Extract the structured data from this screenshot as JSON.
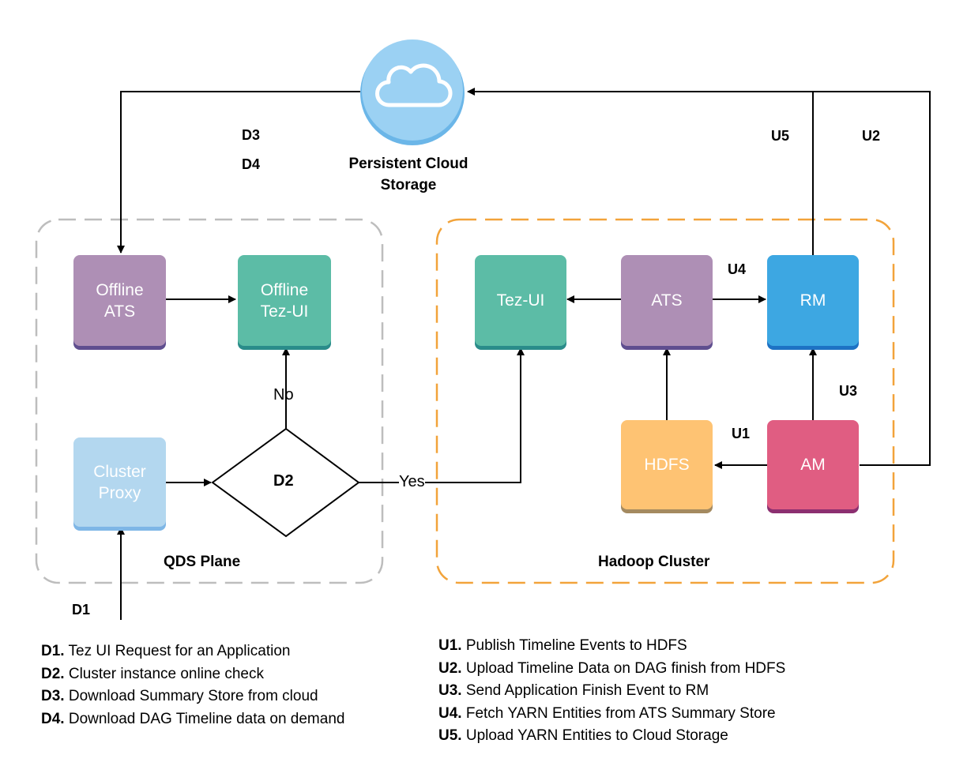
{
  "cloud": {
    "label_line1": "Persistent Cloud",
    "label_line2": "Storage"
  },
  "regions": {
    "qds": "QDS Plane",
    "hadoop": "Hadoop Cluster"
  },
  "nodes": {
    "offline_ats": {
      "line1": "Offline",
      "line2": "ATS"
    },
    "offline_tez_ui": {
      "line1": "Offline",
      "line2": "Tez-UI"
    },
    "cluster_proxy": {
      "line1": "Cluster",
      "line2": "Proxy"
    },
    "decision": "D2",
    "tez_ui": "Tez-UI",
    "ats": "ATS",
    "rm": "RM",
    "hdfs": "HDFS",
    "am": "AM"
  },
  "edge_labels": {
    "d1": "D1",
    "d3": "D3",
    "d4": "D4",
    "yes": "Yes",
    "no": "No",
    "u1": "U1",
    "u2": "U2",
    "u3": "U3",
    "u4": "U4",
    "u5": "U5"
  },
  "legend_left": [
    {
      "key": "D1.",
      "text": "Tez UI Request for an Application"
    },
    {
      "key": "D2.",
      "text": "Cluster instance online check"
    },
    {
      "key": "D3.",
      "text": "Download Summary Store from cloud"
    },
    {
      "key": "D4.",
      "text": "Download DAG Timeline data on demand"
    }
  ],
  "legend_right": [
    {
      "key": "U1.",
      "text": "Publish Timeline Events to HDFS"
    },
    {
      "key": "U2.",
      "text": "Upload Timeline Data on DAG finish from HDFS"
    },
    {
      "key": "U3.",
      "text": "Send Application Finish Event to RM"
    },
    {
      "key": "U4.",
      "text": "Fetch YARN Entities from ATS Summary Store"
    },
    {
      "key": "U5.",
      "text": "Upload YARN Entities to Cloud Storage"
    }
  ],
  "colors": {
    "purple": "#AE8FB5",
    "purple_shadow": "#5F4E8F",
    "teal": "#5CBCA6",
    "teal_shadow": "#2A8C8A",
    "light_blue": "#B3D7EF",
    "light_blue_shadow": "#7EB6E6",
    "blue": "#3DA7E2",
    "blue_shadow": "#1D72C4",
    "orange": "#FEC373",
    "orange_shadow": "#A48A60",
    "pink": "#E05D82",
    "pink_shadow": "#8C2F70",
    "cloud": "#9BD1F3",
    "cloud_rim": "#6BB6E8",
    "qds_border": "#BDBDBD",
    "hadoop_border": "#F2A33A"
  }
}
